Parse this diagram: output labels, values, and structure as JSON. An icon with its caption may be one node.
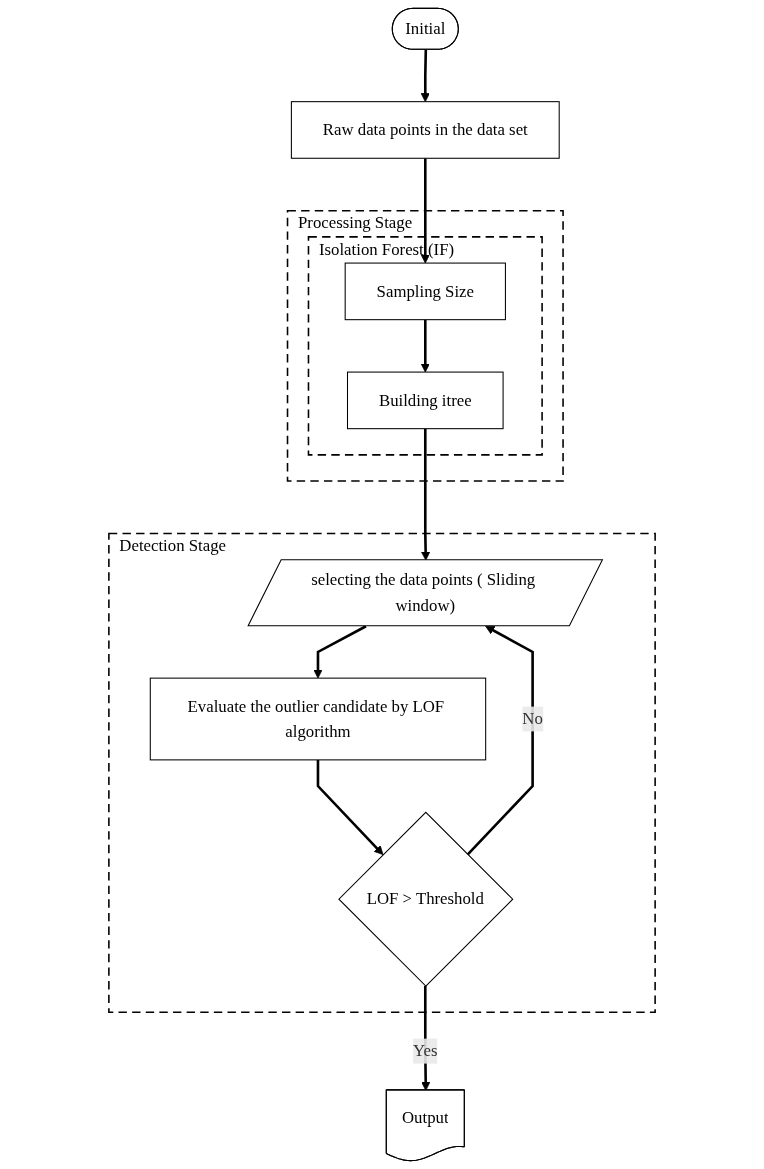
{
  "diagram": {
    "nodes": [
      {
        "text": [
          "Initial"
        ]
      },
      {
        "text": [
          "Raw data points in the data set"
        ]
      },
      {
        "text": [
          "Processing Stage"
        ]
      },
      {
        "text": [
          "Isolation Forest (IF)"
        ],
        "in": 2
      },
      {
        "text": [
          "Sampling Size"
        ],
        "in": 3
      },
      {
        "text": [
          "Building itree"
        ],
        "in": 3
      },
      {
        "text": [
          "Detection Stage"
        ]
      },
      {
        "text": [
          "selecting the data points ( Sliding window)"
        ],
        "in": 6
      },
      {
        "text": [
          "Evaluate the outlier candidate by LOF algorithm"
        ],
        "in": 6
      },
      {
        "text": [
          "LOF > Threshold"
        ],
        "in": 6
      },
      {
        "text": [
          "Output"
        ]
      }
    ],
    "edges": [
      {
        "from": 0,
        "to": 1,
        "arrow": "to"
      },
      {
        "from": 1,
        "to": 4,
        "arrow": "to"
      },
      {
        "from": 4,
        "to": 5,
        "arrow": "to"
      },
      {
        "from": 5,
        "to": 7,
        "arrow": "to"
      },
      {
        "from": 7,
        "to": 8,
        "arrow": "to"
      },
      {
        "from": 8,
        "to": 9,
        "arrow": "to"
      },
      {
        "from": 9,
        "to": 7,
        "label": "No",
        "arrow": "to"
      },
      {
        "from": 9,
        "to": 10,
        "label": "Yes",
        "arrow": "to"
      }
    ]
  }
}
